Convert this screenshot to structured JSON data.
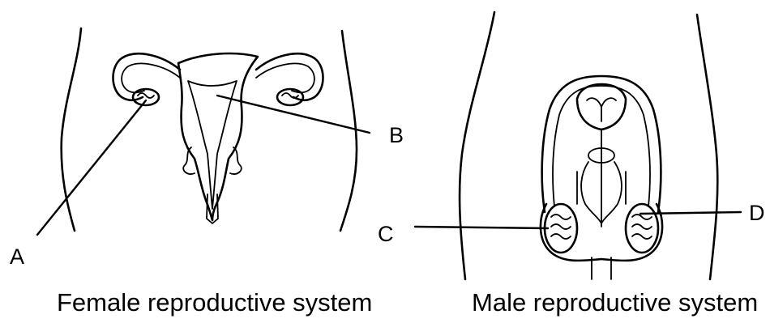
{
  "figure": {
    "female": {
      "caption": "Female reproductive system",
      "labels": {
        "a": "A",
        "b": "B"
      }
    },
    "male": {
      "caption": "Male reproductive system",
      "labels": {
        "c": "C",
        "d": "D"
      }
    }
  },
  "colors": {
    "ink": "#000000",
    "background": "#ffffff"
  }
}
